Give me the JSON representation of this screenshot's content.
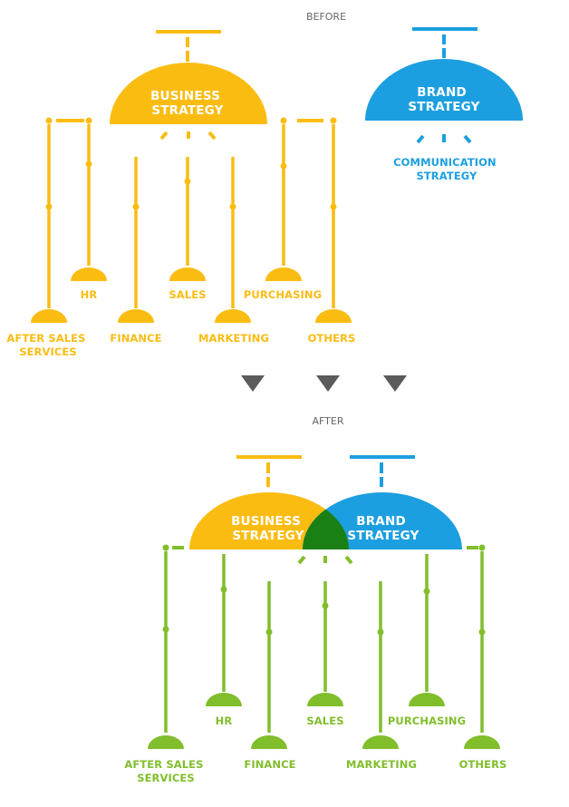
{
  "labels": {
    "before": "BEFORE",
    "after": "AFTER",
    "business_line1": "BUSINESS",
    "business_line2": "STRATEGY",
    "brand_line1": "BRAND",
    "brand_line2": "STRATEGY",
    "communication_line1": "COMMUNICATION",
    "communication_line2": "STRATEGY"
  },
  "departments": {
    "after_sales_line1": "AFTER SALES",
    "after_sales_line2": "SERVICES",
    "hr": "HR",
    "finance": "FINANCE",
    "sales": "SALES",
    "marketing": "MARKETING",
    "purchasing": "PURCHASING",
    "others": "OTHERS"
  },
  "colors": {
    "business": "#FBBC12",
    "brand": "#1C9FE0",
    "integrated": "#80BE2B",
    "overlap": "#1A7F15",
    "arrow": "#5B5B5B",
    "section_label": "#666666"
  },
  "icons": {
    "transition_arrows": "down-arrow-icon"
  }
}
